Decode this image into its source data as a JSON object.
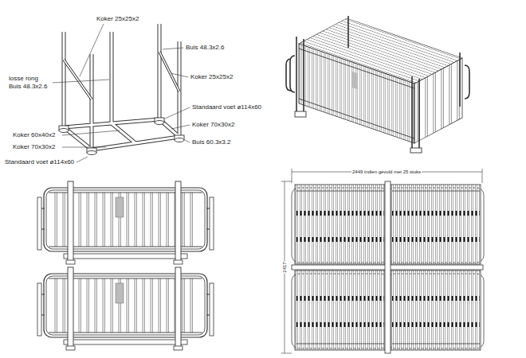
{
  "diagram": {
    "labels": [
      "Koker 25x25x2",
      "Buis 48.3x2.6",
      "losse rong Buis 48.3x2.6",
      "Koker 25x25x2",
      "Standaard voet ø114x60",
      "Koker 70x30x2",
      "Buis 60.3x3.2",
      "Koker 60x40x2",
      "Koker 70x30x2",
      "Standaard voet ø114x60",
      "2449 indien gevuld met 25 stuks",
      "2417"
    ]
  }
}
